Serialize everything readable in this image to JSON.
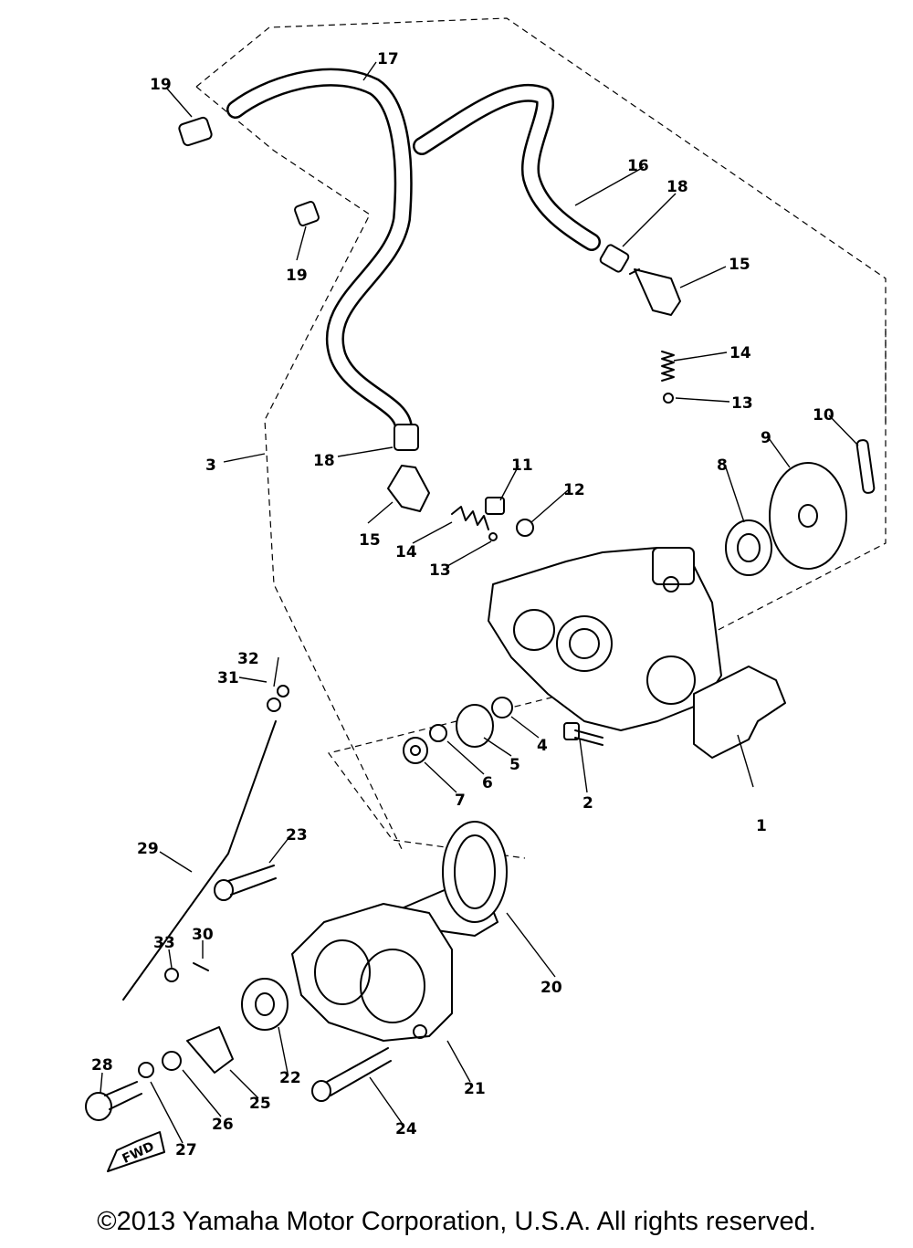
{
  "diagram": {
    "callouts": [
      {
        "id": "c1",
        "label": "1"
      },
      {
        "id": "c2",
        "label": "2"
      },
      {
        "id": "c3",
        "label": "3"
      },
      {
        "id": "c4",
        "label": "4"
      },
      {
        "id": "c5",
        "label": "5"
      },
      {
        "id": "c6",
        "label": "6"
      },
      {
        "id": "c7",
        "label": "7"
      },
      {
        "id": "c8",
        "label": "8"
      },
      {
        "id": "c9",
        "label": "9"
      },
      {
        "id": "c10",
        "label": "10"
      },
      {
        "id": "c11",
        "label": "11"
      },
      {
        "id": "c12",
        "label": "12"
      },
      {
        "id": "c13a",
        "label": "13"
      },
      {
        "id": "c13b",
        "label": "13"
      },
      {
        "id": "c14a",
        "label": "14"
      },
      {
        "id": "c14b",
        "label": "14"
      },
      {
        "id": "c15a",
        "label": "15"
      },
      {
        "id": "c15b",
        "label": "15"
      },
      {
        "id": "c16",
        "label": "16"
      },
      {
        "id": "c17",
        "label": "17"
      },
      {
        "id": "c18a",
        "label": "18"
      },
      {
        "id": "c18b",
        "label": "18"
      },
      {
        "id": "c19a",
        "label": "19"
      },
      {
        "id": "c19b",
        "label": "19"
      },
      {
        "id": "c20",
        "label": "20"
      },
      {
        "id": "c21",
        "label": "21"
      },
      {
        "id": "c22",
        "label": "22"
      },
      {
        "id": "c23",
        "label": "23"
      },
      {
        "id": "c24",
        "label": "24"
      },
      {
        "id": "c25",
        "label": "25"
      },
      {
        "id": "c26",
        "label": "26"
      },
      {
        "id": "c27",
        "label": "27"
      },
      {
        "id": "c28",
        "label": "28"
      },
      {
        "id": "c29",
        "label": "29"
      },
      {
        "id": "c30",
        "label": "30"
      },
      {
        "id": "c31",
        "label": "31"
      },
      {
        "id": "c32",
        "label": "32"
      },
      {
        "id": "c33",
        "label": "33"
      }
    ],
    "fwd_label": "FWD"
  },
  "footer": {
    "copyright": "©2013 Yamaha Motor Corporation, U.S.A. All rights reserved."
  }
}
